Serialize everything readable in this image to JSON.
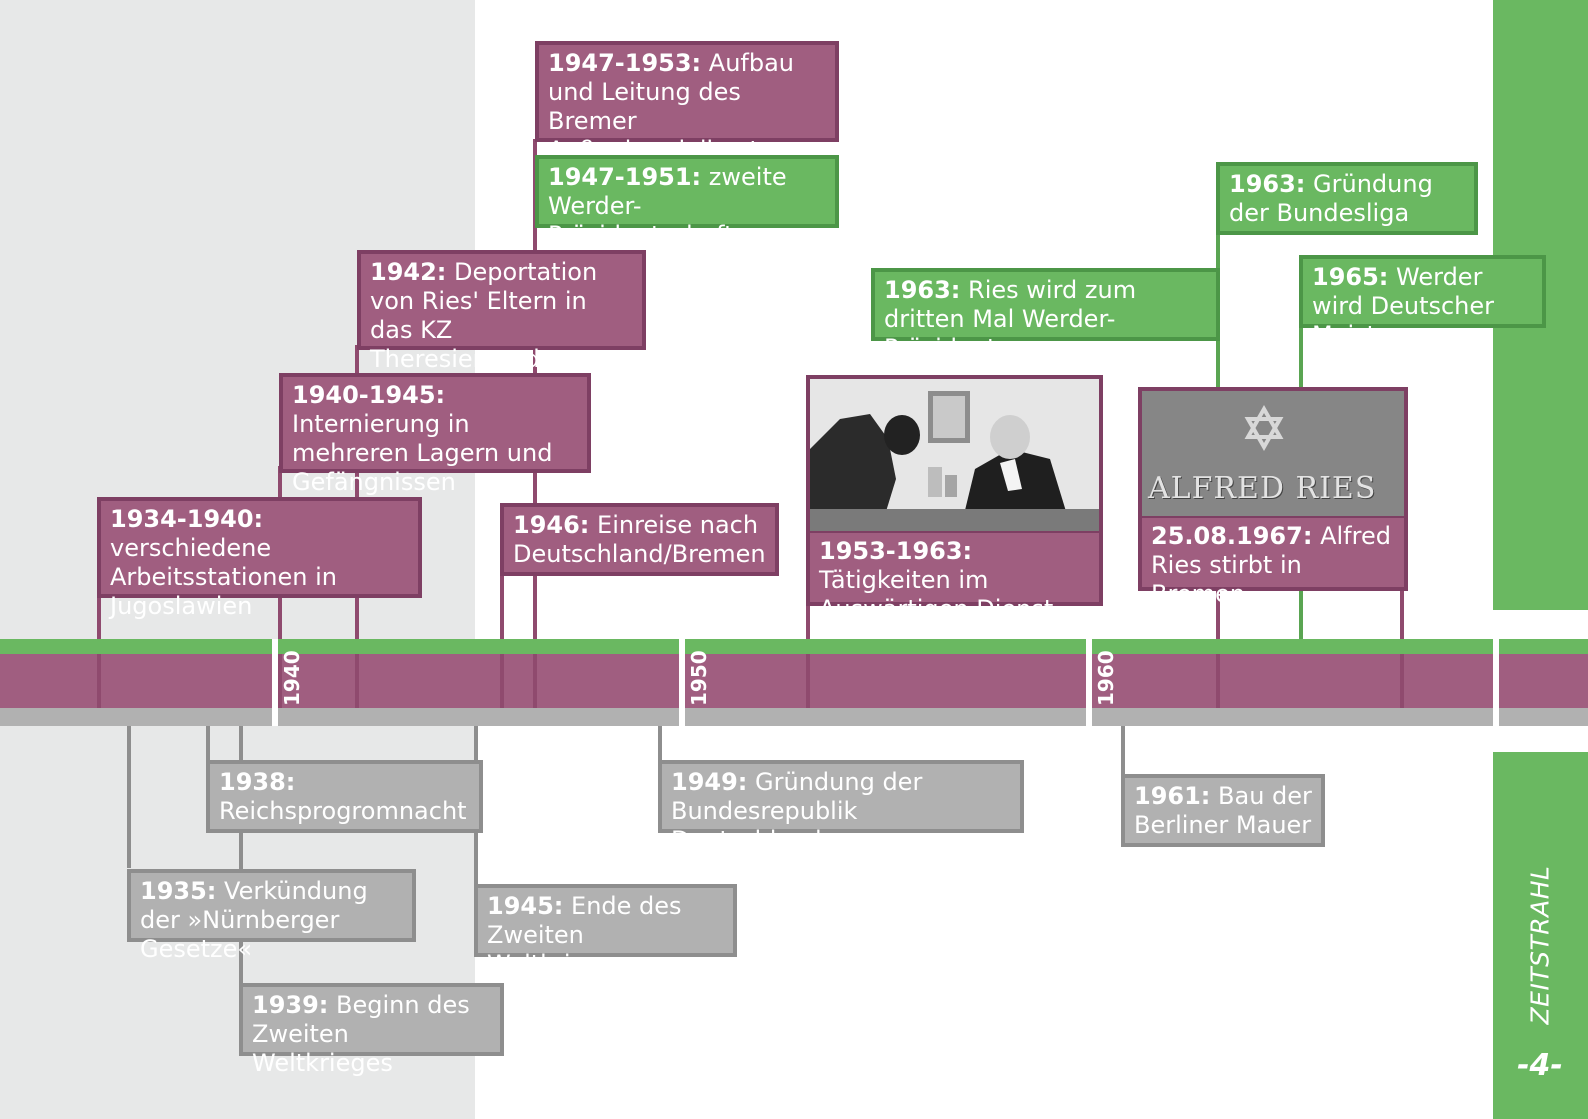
{
  "side_title": "ZEITSTRAHL",
  "page_number": "-4-",
  "decades": [
    "1940",
    "1950",
    "1960"
  ],
  "events": {
    "e1947_1953": {
      "year": "1947-1953:",
      "text": " Aufbau und Leitung des Bremer Außenhandelkontors"
    },
    "e1947_1951": {
      "year": "1947-1951:",
      "text": " zweite Werder-Präsidentschaft"
    },
    "e1942": {
      "year": "1942:",
      "text": " Deportation von Ries' Eltern in das KZ Theresienstadt"
    },
    "e1940_1945": {
      "year": "1940-1945:",
      "text": " Internierung in mehreren Lagern und Gefängnissen"
    },
    "e1934_1940": {
      "year": "1934-1940:",
      "text": " verschiedene Arbeitsstationen in Jugoslawien"
    },
    "e1946": {
      "year": "1946:",
      "text": " Einreise nach Deutschland/Bremen"
    },
    "e1953_1963": {
      "year": "1953-1963:",
      "text": " Tätigkeiten im Auswärtigen Dienst"
    },
    "e1967": {
      "year": "25.08.1967:",
      "text": " Alfred Ries stirbt in Bremen"
    },
    "e1963_praes": {
      "year": "1963:",
      "text": " Ries wird zum dritten Mal Werder-Präsident"
    },
    "e1963_liga": {
      "year": "1963:",
      "text": " Gründung der Bundesliga"
    },
    "e1965": {
      "year": "1965:",
      "text": " Werder wird Deutscher Meister"
    },
    "e1938": {
      "year": "1938:",
      "text": " Reichsprogromnacht"
    },
    "e1935": {
      "year": "1935:",
      "text": " Verkündung der »Nürnberger Gesetze«"
    },
    "e1939": {
      "year": "1939:",
      "text": " Beginn des Zweiten Weltkrieges"
    },
    "e1945": {
      "year": "1945:",
      "text": " Ende des Zweiten Weltkrieges"
    },
    "e1949": {
      "year": "1949:",
      "text": " Gründung der Bundesrepublik Deutschland"
    },
    "e1961": {
      "year": "1961:",
      "text": " Bau der Berliner Mauer"
    }
  },
  "plaque_text": "ALFRED RIES",
  "colors": {
    "purple": "#a05e80",
    "green": "#6ab861",
    "gray": "#b1b1b1"
  }
}
